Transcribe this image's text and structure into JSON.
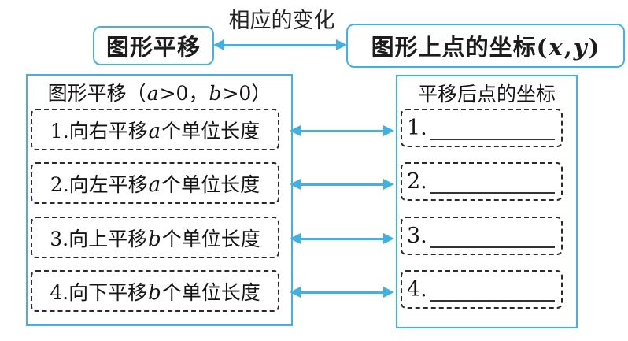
{
  "colors": {
    "accent": "#41b1e4",
    "ink": "#1c1c1c",
    "dash": "#2b2b2b"
  },
  "top": {
    "left_node": "图形平移",
    "arrow_label": "相应的变化",
    "right_node": {
      "prefix": "图形上点的坐标",
      "open": "(",
      "x": "x",
      "comma": ",",
      "y": "y",
      "close": ")"
    }
  },
  "left_panel": {
    "title": {
      "t1": "图形平移（",
      "a": "a",
      "t2": ">0，",
      "b": "b",
      "t3": ">0）"
    },
    "items": [
      {
        "prefix": "1.向右平移",
        "var": "a",
        "suffix": "个单位长度"
      },
      {
        "prefix": "2.向左平移",
        "var": "a",
        "suffix": "个单位长度"
      },
      {
        "prefix": "3.向上平移",
        "var": "b",
        "suffix": "个单位长度"
      },
      {
        "prefix": "4.向下平移",
        "var": "b",
        "suffix": "个单位长度"
      }
    ]
  },
  "right_panel": {
    "title": "平移后点的坐标",
    "items": [
      {
        "num": "1."
      },
      {
        "num": "2."
      },
      {
        "num": "3."
      },
      {
        "num": "4."
      }
    ]
  }
}
